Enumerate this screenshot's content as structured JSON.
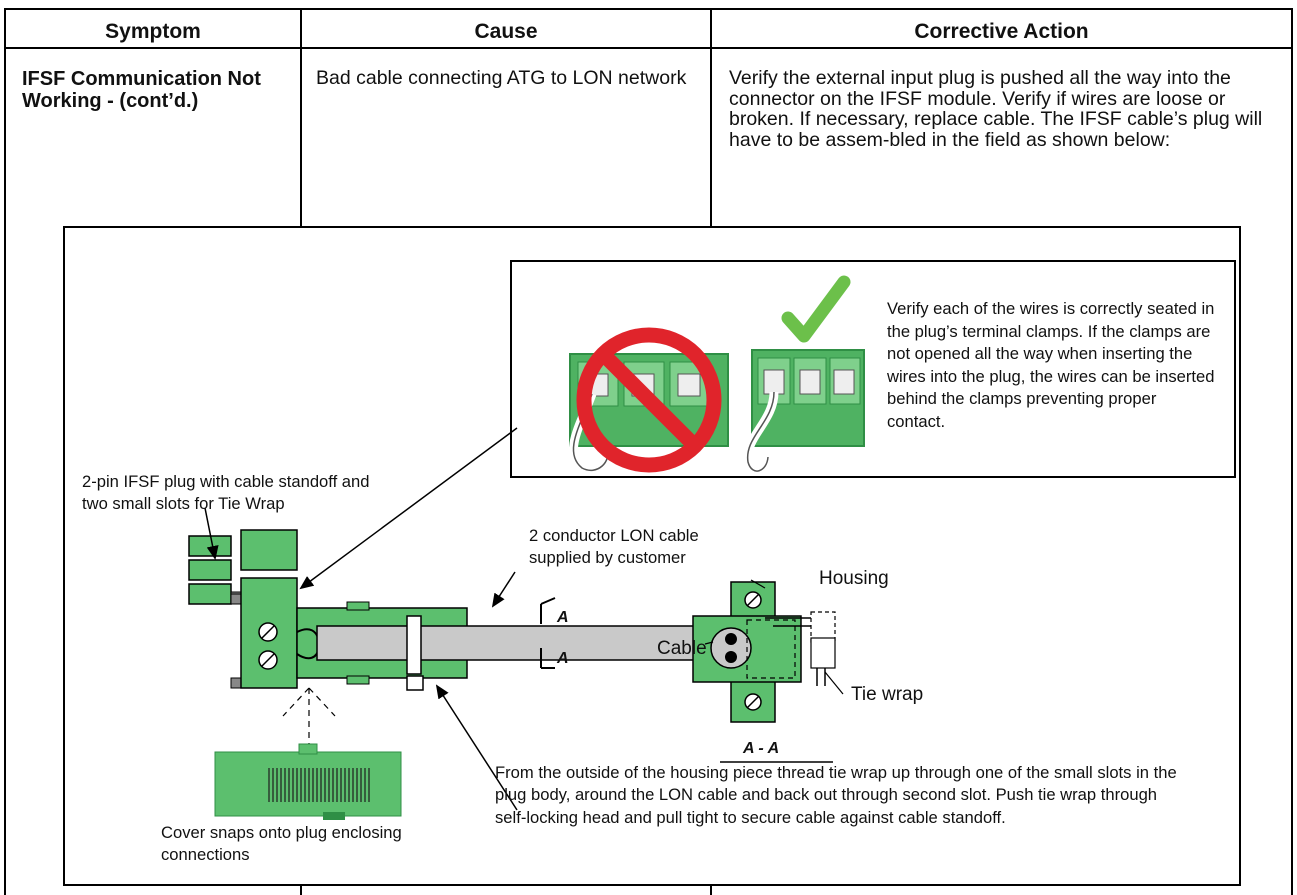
{
  "table": {
    "headers": {
      "symptom": "Symptom",
      "cause": "Cause",
      "corrective_action": "Corrective Action"
    },
    "row": {
      "symptom": "IFSF Communication Not Working - (cont’d.)",
      "cause": "Bad cable connecting ATG to LON network",
      "corrective_action": "Verify the external input plug is pushed all the way into the connector on the IFSF module. Verify if wires are loose or broken. If necessary, replace cable. The IFSF cable’s plug will have to be assem-bled in the field as shown below:"
    }
  },
  "figure": {
    "verify_text": "Verify each of the wires is correctly seated in the plug’s terminal clamps. If the clamps are not opened all the way when inserting the wires into the plug, the wires can be inserted behind the clamps preventing proper contact.",
    "plug_label": "2-pin IFSF plug with cable standoff and two small slots for Tie Wrap",
    "cable_label": "2 conductor LON cable supplied by customer",
    "section_marker": "A",
    "housing_label": "Housing",
    "section_cable_label": "Cable",
    "tie_wrap_label": "Tie wrap",
    "section_title": "A - A",
    "cover_label": "Cover snaps onto plug enclosing connections",
    "instruction_text": "From the outside of the housing piece thread tie wrap up through one of the small slots in the plug body, around the LON cable and back out through second slot.  Push tie wrap through self-locking head and pull tight to secure cable against cable standoff."
  },
  "colors": {
    "plug_green": "#5cbf6e",
    "plug_dark": "#2f8f45",
    "check_green": "#6cc04a",
    "prohibit_red": "#e0242b",
    "cable_gray": "#c9c9c9"
  },
  "icons": {
    "check": "checkmark-icon",
    "prohibit": "prohibited-icon"
  }
}
